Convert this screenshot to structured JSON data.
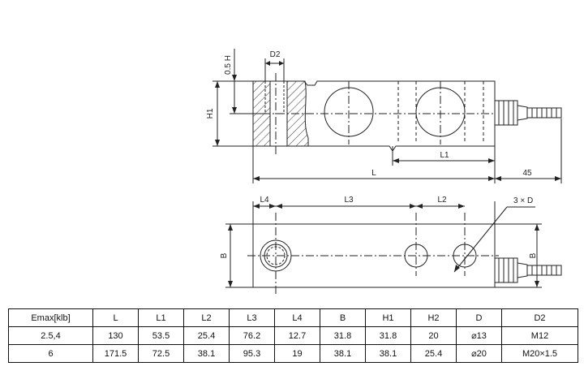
{
  "drawing": {
    "side_view_labels": {
      "half_h": "0.5 H",
      "d2": "D2",
      "h1": "H1",
      "l1": "L1",
      "l": "L",
      "cable_len": "45"
    },
    "top_view_labels": {
      "l4": "L4",
      "l3": "L3",
      "l2": "L2",
      "holes": "3 × D",
      "b_left": "B",
      "b_right": "B"
    }
  },
  "spec_table": {
    "headers": [
      "Emax[klb]",
      "L",
      "L1",
      "L2",
      "L3",
      "L4",
      "B",
      "H1",
      "H2",
      "D",
      "D2"
    ],
    "rows": [
      [
        "2.5,4",
        "130",
        "53.5",
        "25.4",
        "76.2",
        "12.7",
        "31.8",
        "31.8",
        "20",
        "⌀13",
        "M12"
      ],
      [
        "6",
        "171.5",
        "72.5",
        "38.1",
        "95.3",
        "19",
        "38.1",
        "38.1",
        "25.4",
        "⌀20",
        "M20×1.5"
      ]
    ]
  },
  "colors": {
    "line": "#222222",
    "hatch": "#333333",
    "background": "#ffffff"
  }
}
